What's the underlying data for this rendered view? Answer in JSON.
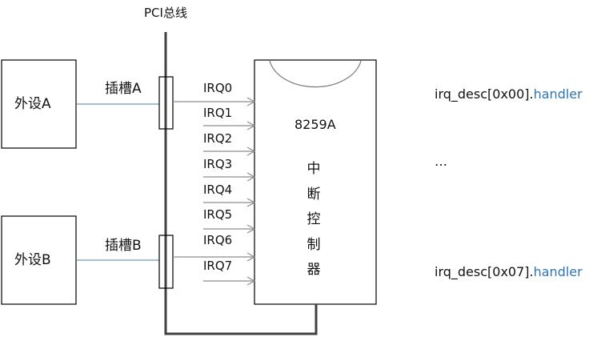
{
  "bus": {
    "label": "PCI总线"
  },
  "devices": [
    {
      "label": "外设A",
      "slot": "插槽A"
    },
    {
      "label": "外设B",
      "slot": "插槽B"
    }
  ],
  "irq_lines": [
    "IRQ0",
    "IRQ1",
    "IRQ2",
    "IRQ3",
    "IRQ4",
    "IRQ5",
    "IRQ6",
    "IRQ7"
  ],
  "controller": {
    "model": "8259A",
    "name_chars": [
      "中",
      "断",
      "控",
      "制",
      "器"
    ]
  },
  "handlers": [
    {
      "prefix": "irq_desc[0x00].",
      "field": "handler"
    },
    {
      "ellipsis": "…"
    },
    {
      "prefix": "irq_desc[0x07].",
      "field": "handler"
    }
  ],
  "colors": {
    "bus": "#404040",
    "link": "#4a7fa8",
    "arrow": "#8c8c8c",
    "handler_field": "#2e75b6"
  }
}
